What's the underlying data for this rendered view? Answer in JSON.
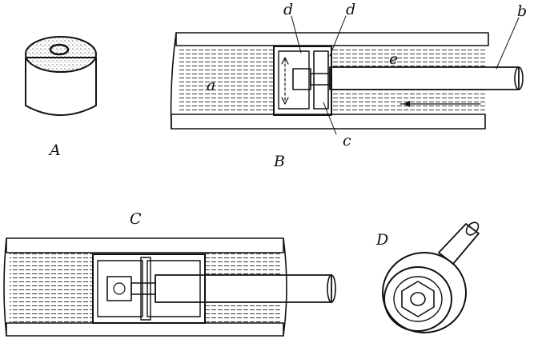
{
  "figure": {
    "panels": {
      "A": {
        "label": "A"
      },
      "B": {
        "label": "B",
        "callouts": {
          "a": "a",
          "b": "b",
          "c": "c",
          "d_left": "d",
          "d_right": "d",
          "e": "e"
        }
      },
      "C": {
        "label": "C"
      },
      "D": {
        "label": "D"
      }
    },
    "colors": {
      "ink": "#111111",
      "paper": "#ffffff"
    }
  }
}
